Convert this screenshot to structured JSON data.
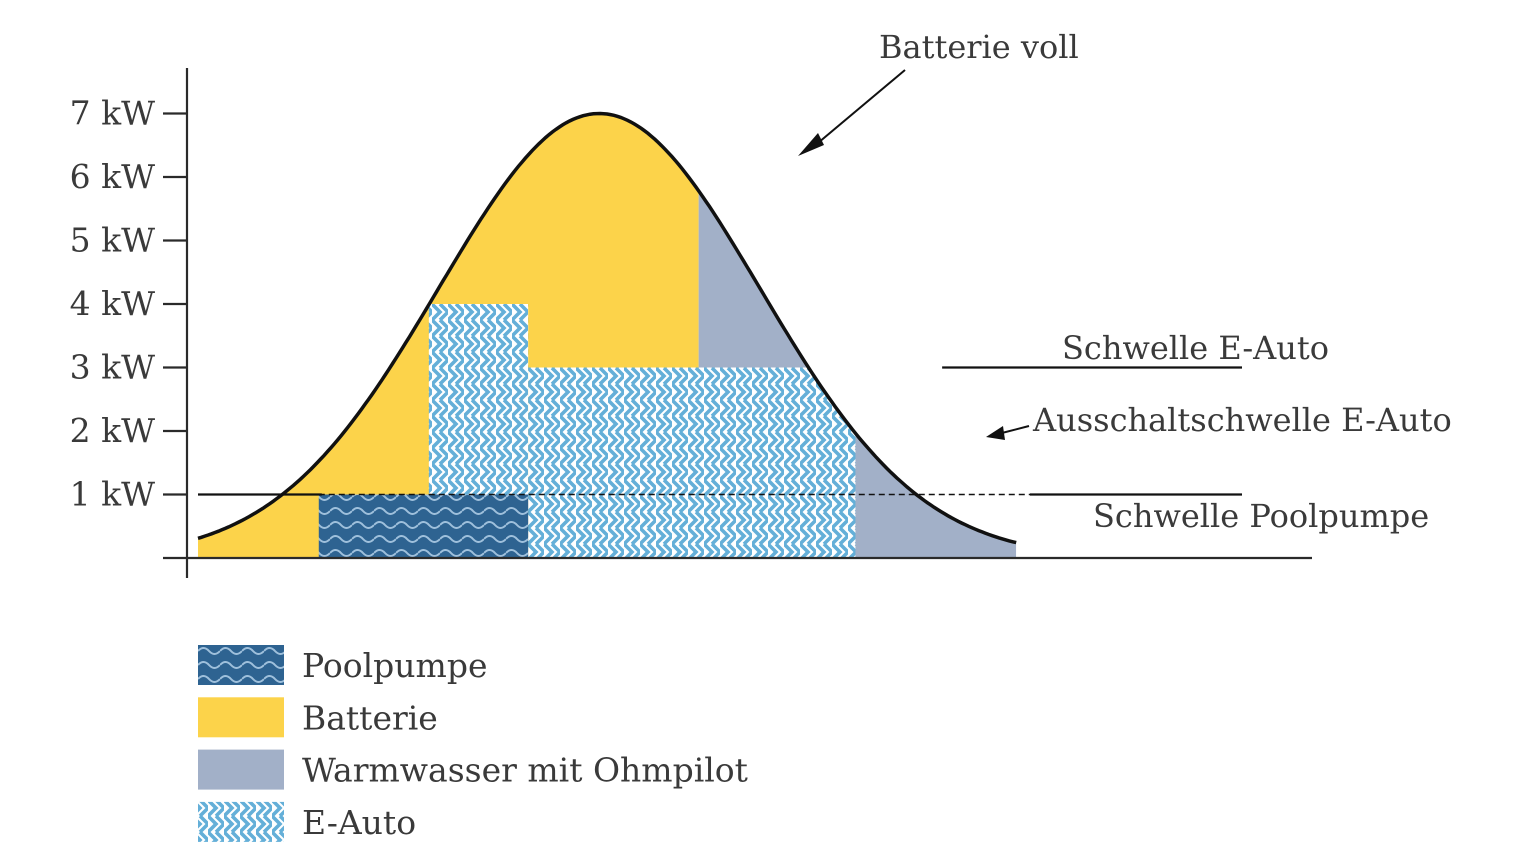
{
  "chart_data": {
    "type": "area",
    "y_unit": "kW",
    "y_ticks": [
      {
        "value": 1,
        "label": "1 kW"
      },
      {
        "value": 2,
        "label": "2 kW"
      },
      {
        "value": 3,
        "label": "3 kW"
      },
      {
        "value": 4,
        "label": "4 kW"
      },
      {
        "value": 5,
        "label": "5 kW"
      },
      {
        "value": 6,
        "label": "6 kW"
      },
      {
        "value": 7,
        "label": "7 kW"
      }
    ],
    "ylim": [
      0,
      7.7
    ],
    "xlim": [
      0,
      1
    ],
    "pv_curve": {
      "peak_kw": 7,
      "peak_x": 0.412,
      "sigma": 0.165,
      "start_x": 0.0,
      "end_x": 0.84
    },
    "thresholds": [
      {
        "value": 3,
        "label": "Schwelle E-Auto"
      },
      {
        "value": 1,
        "label": "Schwelle Poolpumpe"
      }
    ],
    "annotations": {
      "battery_full": "Batterie voll",
      "ev_off_threshold": "Ausschaltschwelle E-Auto"
    },
    "consumers": {
      "poolpumpe": {
        "x_start": 0.124,
        "x_end": 0.339,
        "kw": 1
      },
      "e_auto": [
        {
          "x_start": 0.237,
          "x_end": 0.339,
          "kw": 4
        },
        {
          "x_start": 0.339,
          "x_end": 0.675,
          "kw": 3
        }
      ],
      "battery_full_x": 0.514
    },
    "legend": [
      {
        "key": "poolpumpe",
        "label": "Poolpumpe",
        "color": "#2e6391"
      },
      {
        "key": "batterie",
        "label": "Batterie",
        "color": "#fcd34a"
      },
      {
        "key": "warmwasser",
        "label": "Warmwasser mit Ohmpilot",
        "color": "#a2b0c8"
      },
      {
        "key": "e_auto",
        "label": "E-Auto",
        "color": "#64afd8"
      }
    ],
    "colors": {
      "battery": "#fcd34a",
      "warmwater": "#a2b0c8",
      "pool": "#2e6391",
      "pool_wave": "#9fc0dc",
      "ev": "#64afd8",
      "ev_bg": "#ffffff",
      "axis": "#2a2a2a",
      "text": "#3a3a3a"
    }
  }
}
